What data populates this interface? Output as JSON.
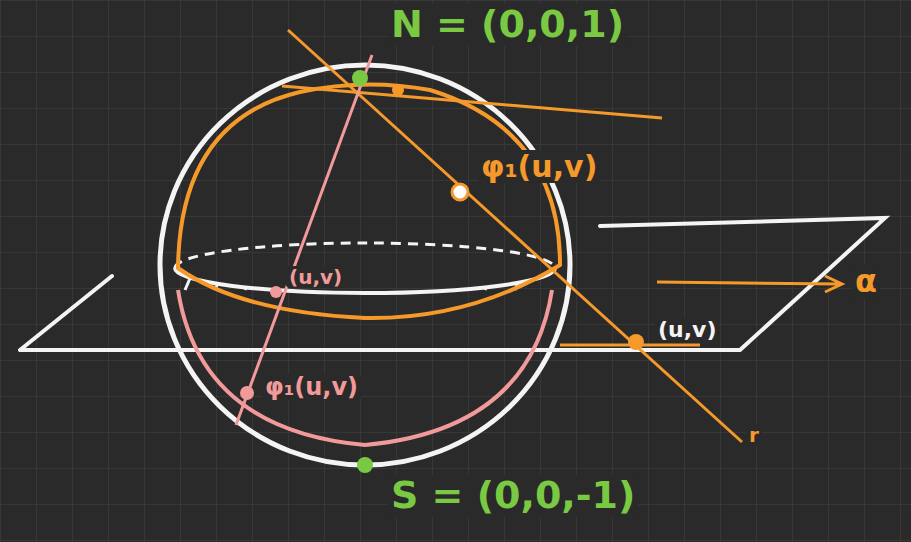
{
  "diagram": {
    "labels": [
      "N = (0,0,1)",
      "φ₁(u,v)",
      "(u,v)",
      "φ₁(u,v)",
      "(u,v)",
      "S = (0,0,-1)",
      "α",
      "r"
    ]
  }
}
